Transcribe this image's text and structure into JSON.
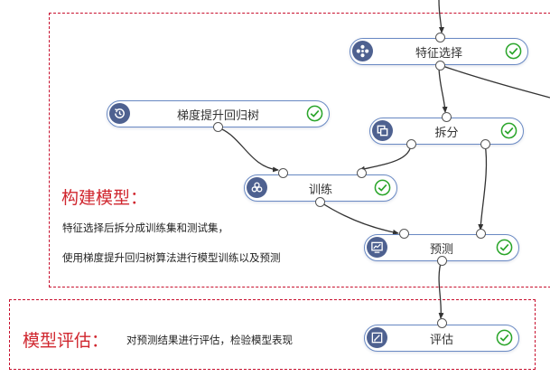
{
  "nodes": {
    "feature_select": {
      "label": "特征选择",
      "icon": "feature-select-icon"
    },
    "gbdt": {
      "label": "梯度提升回归树",
      "icon": "history-clock-icon"
    },
    "split": {
      "label": "拆分",
      "icon": "split-copy-icon"
    },
    "train": {
      "label": "训练",
      "icon": "train-cloud-icon"
    },
    "predict": {
      "label": "预测",
      "icon": "monitor-chart-icon"
    },
    "evaluate": {
      "label": "评估",
      "icon": "edit-square-icon"
    }
  },
  "build_section": {
    "heading": "构建模型：",
    "line1": "特征选择后拆分成训练集和测试集，",
    "line2": "使用梯度提升回归树算法进行模型训练以及预测"
  },
  "eval_section": {
    "heading": "模型评估：",
    "text": "对预测结果进行评估，检验模型表现"
  },
  "colors": {
    "region_border": "#c8102e",
    "heading": "#d0262e",
    "node_border": "#6a8ac4",
    "icon_bg": "#4e6190",
    "check": "#2aa52a"
  }
}
